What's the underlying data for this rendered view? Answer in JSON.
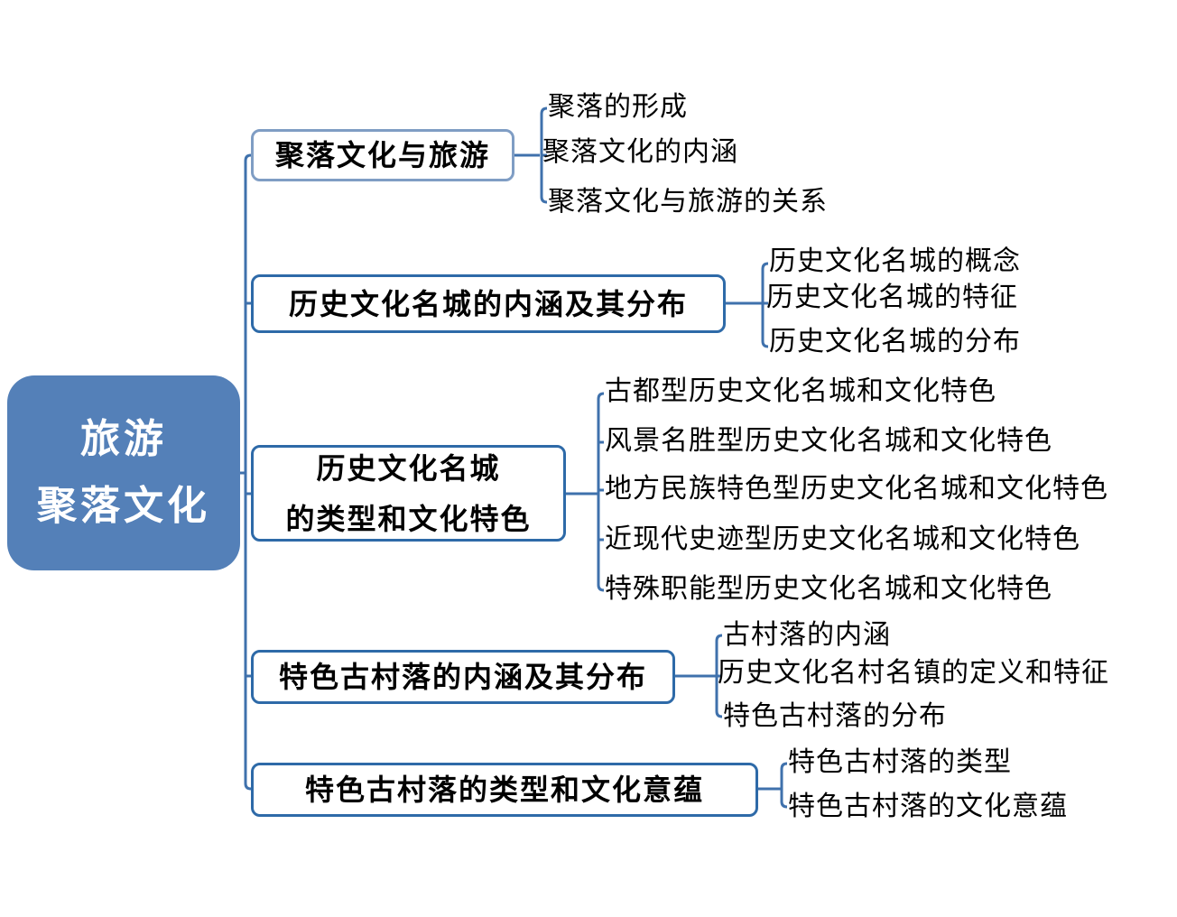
{
  "root": {
    "line1": "旅游",
    "line2": "聚落文化"
  },
  "branches": [
    {
      "title": "聚落文化与旅游",
      "leaves": [
        "聚落的形成",
        "聚落文化的内涵",
        "聚落文化与旅游的关系"
      ]
    },
    {
      "title": "历史文化名城的内涵及其分布",
      "leaves": [
        "历史文化名城的概念",
        "历史文化名城的特征",
        "历史文化名城的分布"
      ]
    },
    {
      "title_line1": "历史文化名城",
      "title_line2": "的类型和文化特色",
      "leaves": [
        "古都型历史文化名城和文化特色",
        "风景名胜型历史文化名城和文化特色",
        "地方民族特色型历史文化名城和文化特色",
        "近现代史迹型历史文化名城和文化特色",
        "特殊职能型历史文化名城和文化特色"
      ]
    },
    {
      "title": "特色古村落的内涵及其分布",
      "leaves": [
        "古村落的内涵",
        "历史文化名村名镇的定义和特征",
        "特色古村落的分布"
      ]
    },
    {
      "title": "特色古村落的类型和文化意蕴",
      "leaves": [
        "特色古村落的类型",
        "特色古村落的文化意蕴"
      ]
    }
  ],
  "colors": {
    "root_fill": "#5480b8",
    "connector": "#2e6aa8",
    "first_branch_border": "#7f9dc4"
  }
}
